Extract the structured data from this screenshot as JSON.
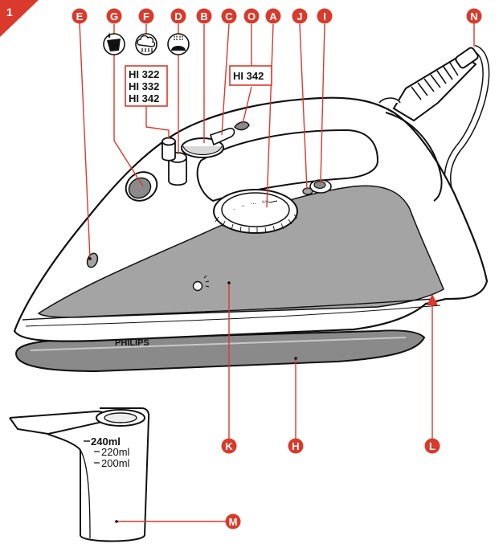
{
  "figure_number": "1",
  "brand": "PHILIPS",
  "models": {
    "group_f": [
      "HI 322",
      "HI 332",
      "HI 342"
    ],
    "group_o": [
      "HI 342"
    ]
  },
  "measuring_cup": {
    "scale": [
      "240ml",
      "220ml",
      "200ml"
    ]
  },
  "callouts": {
    "A": "A",
    "B": "B",
    "C": "C",
    "D": "D",
    "E": "E",
    "F": "F",
    "G": "G",
    "H": "H",
    "I": "I",
    "J": "J",
    "K": "K",
    "L": "L",
    "M": "M",
    "N": "N",
    "O": "O"
  },
  "icons": {
    "G": "water-fill-icon",
    "F": "steam-cloud-icon",
    "D": "spray-icon"
  },
  "colors": {
    "callout_red": "#d93a2b",
    "body_gray": "#a4a4a4",
    "soleplate_gray": "#8a8a8a",
    "outline": "#111111"
  }
}
